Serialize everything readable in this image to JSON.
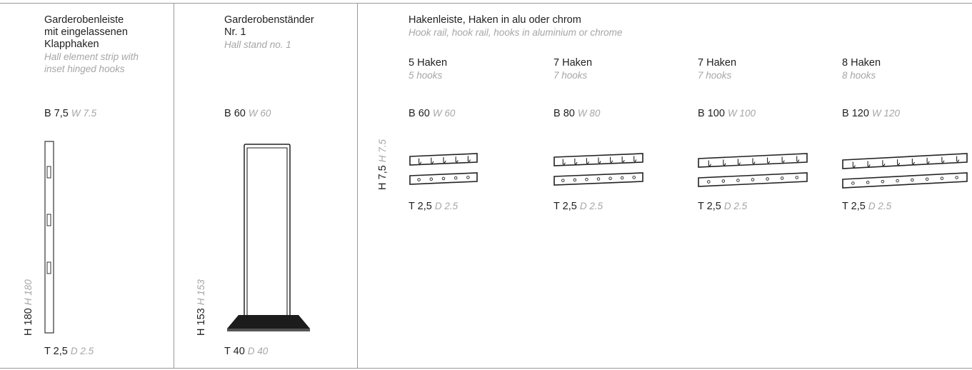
{
  "panels": {
    "strip": {
      "title_de": [
        "Garderobenleiste",
        "mit eingelassenen",
        "Klapphaken"
      ],
      "title_en": [
        "Hall element strip with",
        "inset hinged hooks"
      ],
      "width_de": "B 7,5",
      "width_en": "W 7.5",
      "height_de": "H 180",
      "height_en": "H 180",
      "depth_de": "T 2,5",
      "depth_en": "D 2.5"
    },
    "stand": {
      "title_de": [
        "Garderobenständer",
        "Nr. 1"
      ],
      "title_en": [
        "Hall stand no. 1"
      ],
      "width_de": "B 60",
      "width_en": "W 60",
      "height_de": "H 153",
      "height_en": "H 153",
      "depth_de": "T 40",
      "depth_en": "D 40"
    },
    "rail": {
      "title_de": "Hakenleiste, Haken in alu oder chrom",
      "title_en": "Hook rail, hook rail, hooks in aluminium or chrome",
      "height_de": "H 7,5",
      "height_en": "H 7.5",
      "variants": [
        {
          "label_de": "5 Haken",
          "label_en": "5 hooks",
          "width_de": "B 60",
          "width_en": "W 60",
          "depth_de": "T 2,5",
          "depth_en": "D 2.5",
          "hooks": 5
        },
        {
          "label_de": "7 Haken",
          "label_en": "7 hooks",
          "width_de": "B 80",
          "width_en": "W 80",
          "depth_de": "T 2,5",
          "depth_en": "D 2.5",
          "hooks": 7
        },
        {
          "label_de": "7 Haken",
          "label_en": "7 hooks",
          "width_de": "B 100",
          "width_en": "W 100",
          "depth_de": "T 2,5",
          "depth_en": "D 2.5",
          "hooks": 7
        },
        {
          "label_de": "8 Haken",
          "label_en": "8 hooks",
          "width_de": "B 120",
          "width_en": "W 120",
          "depth_de": "T 2,5",
          "depth_en": "D 2.5",
          "hooks": 8
        }
      ]
    }
  }
}
